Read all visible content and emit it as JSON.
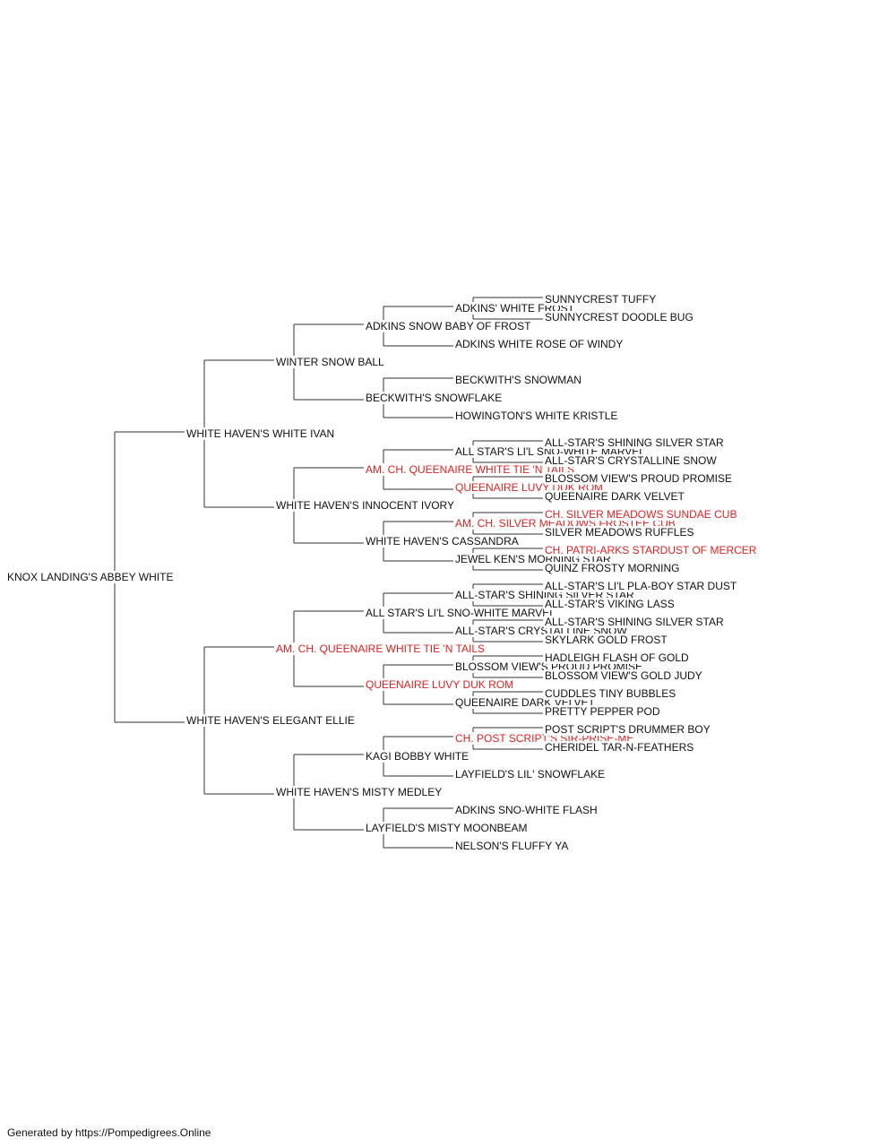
{
  "colors": {
    "line": "#333333",
    "text": "#111111",
    "champion": "#dd2222"
  },
  "pedigree": {
    "name": "KNOX LANDING'S ABBEY WHITE",
    "ch": false,
    "sire": {
      "name": "WHITE HAVEN'S WHITE IVAN",
      "ch": false,
      "sire": {
        "name": "WINTER SNOW BALL",
        "ch": false,
        "sire": {
          "name": "ADKINS SNOW BABY OF FROST",
          "ch": false,
          "sire": {
            "name": "ADKINS' WHITE FROST",
            "ch": false,
            "sire": {
              "name": "SUNNYCREST TUFFY",
              "ch": false
            },
            "dam": {
              "name": "SUNNYCREST DOODLE BUG",
              "ch": false
            }
          },
          "dam": {
            "name": "ADKINS WHITE ROSE OF WINDY",
            "ch": false
          }
        },
        "dam": {
          "name": "BECKWITH'S SNOWFLAKE",
          "ch": false,
          "sire": {
            "name": "BECKWITH'S SNOWMAN",
            "ch": false
          },
          "dam": {
            "name": "HOWINGTON'S WHITE KRISTLE",
            "ch": false
          }
        }
      },
      "dam": {
        "name": "WHITE HAVEN'S INNOCENT IVORY",
        "ch": false,
        "sire": {
          "name": "AM. CH. QUEENAIRE WHITE TIE 'N TAILS",
          "ch": true,
          "sire": {
            "name": "ALL STAR'S LI'L SNO-WHITE MARVEL",
            "ch": false,
            "sire": {
              "name": "ALL-STAR'S SHINING SILVER STAR",
              "ch": false
            },
            "dam": {
              "name": "ALL-STAR'S CRYSTALLINE SNOW",
              "ch": false
            }
          },
          "dam": {
            "name": "QUEENAIRE LUVY DUK ROM",
            "ch": true,
            "sire": {
              "name": "BLOSSOM VIEW'S PROUD PROMISE",
              "ch": false
            },
            "dam": {
              "name": "QUEENAIRE DARK VELVET",
              "ch": false
            }
          }
        },
        "dam": {
          "name": "WHITE HAVEN'S CASSANDRA",
          "ch": false,
          "sire": {
            "name": "AM. CH. SILVER MEADOWS FROSTEE CUB",
            "ch": true,
            "sire": {
              "name": "CH. SILVER MEADOWS SUNDAE CUB",
              "ch": true
            },
            "dam": {
              "name": "SILVER MEADOWS RUFFLES",
              "ch": false
            }
          },
          "dam": {
            "name": "JEWEL KEN'S MORNING STAR",
            "ch": false,
            "sire": {
              "name": "CH. PATRI-ARKS STARDUST OF MERCER",
              "ch": true
            },
            "dam": {
              "name": "QUINZ FROSTY MORNING",
              "ch": false
            }
          }
        }
      }
    },
    "dam": {
      "name": "WHITE HAVEN'S ELEGANT ELLIE",
      "ch": false,
      "sire": {
        "name": "AM. CH. QUEENAIRE WHITE TIE 'N TAILS",
        "ch": true,
        "sire": {
          "name": "ALL STAR'S LI'L SNO-WHITE MARVEL",
          "ch": false,
          "sire": {
            "name": "ALL-STAR'S SHINING SILVER STAR",
            "ch": false,
            "sire": {
              "name": "ALL-STAR'S LI'L PLA-BOY STAR DUST",
              "ch": false
            },
            "dam": {
              "name": "ALL-STAR'S VIKING LASS",
              "ch": false
            }
          },
          "dam": {
            "name": "ALL-STAR'S CRYSTALLINE SNOW",
            "ch": false,
            "sire": {
              "name": "ALL-STAR'S SHINING SILVER STAR",
              "ch": false
            },
            "dam": {
              "name": "SKYLARK GOLD FROST",
              "ch": false
            }
          }
        },
        "dam": {
          "name": "QUEENAIRE LUVY DUK ROM",
          "ch": true,
          "sire": {
            "name": "BLOSSOM VIEW'S PROUD PROMISE",
            "ch": false,
            "sire": {
              "name": "HADLEIGH FLASH OF GOLD",
              "ch": false
            },
            "dam": {
              "name": "BLOSSOM VIEW'S GOLD JUDY",
              "ch": false
            }
          },
          "dam": {
            "name": "QUEENAIRE DARK VELVET",
            "ch": false,
            "sire": {
              "name": "CUDDLES TINY BUBBLES",
              "ch": false
            },
            "dam": {
              "name": "PRETTY PEPPER POD",
              "ch": false
            }
          }
        }
      },
      "dam": {
        "name": "WHITE HAVEN'S MISTY MEDLEY",
        "ch": false,
        "sire": {
          "name": "KAGI BOBBY WHITE",
          "ch": false,
          "sire": {
            "name": "CH. POST SCRIPT'S SIR-PRISE-ME",
            "ch": true,
            "sire": {
              "name": "POST SCRIPT'S DRUMMER BOY",
              "ch": false
            },
            "dam": {
              "name": "CHERIDEL TAR-N-FEATHERS",
              "ch": false
            }
          },
          "dam": {
            "name": "LAYFIELD'S LIL' SNOWFLAKE",
            "ch": false
          }
        },
        "dam": {
          "name": "LAYFIELD'S MISTY MOONBEAM",
          "ch": false,
          "sire": {
            "name": "ADKINS SNO-WHITE FLASH",
            "ch": false
          },
          "dam": {
            "name": "NELSON'S FLUFFY YA",
            "ch": false
          }
        }
      }
    }
  },
  "footer": "Generated by https://Pompedigrees.Online"
}
